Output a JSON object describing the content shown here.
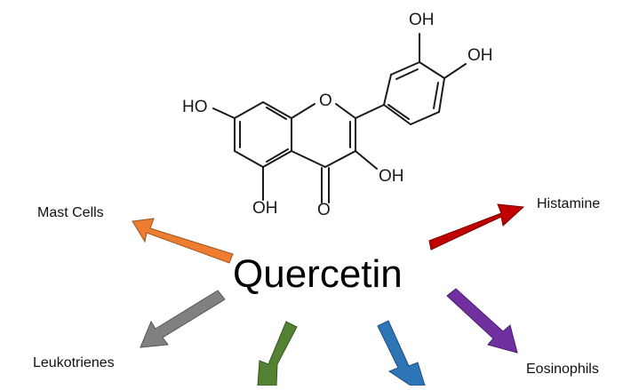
{
  "center_label": "Quercetin",
  "targets": {
    "mast_cells": "Mast Cells",
    "histamine": "Histamine",
    "leukotrienes": "Leukotrienes",
    "eosinophils": "Eosinophils"
  },
  "molecule_labels": {
    "oh_top": "OH",
    "oh_right": "OH",
    "ho_left": "HO",
    "ring_oxygen": "O",
    "oh_c3": "OH",
    "oh_c5": "OH",
    "carbonyl_o": "O"
  },
  "arrow_colors": {
    "mast_cells": "#ED7D31",
    "histamine": "#C00000",
    "leukotrienes": "#808080",
    "eosinophils": "#7030A0",
    "bottom_left": "#548235",
    "bottom_right": "#2E75B6"
  }
}
